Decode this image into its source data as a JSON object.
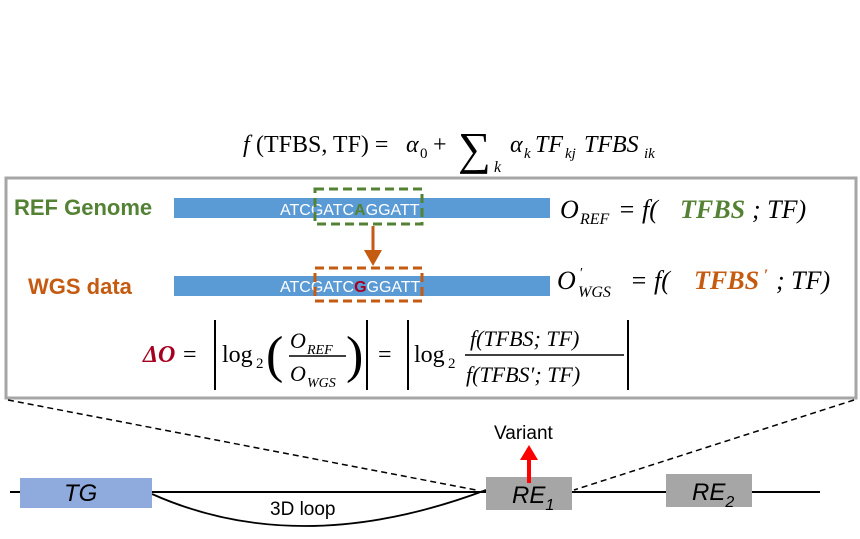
{
  "top_formula": {
    "lhs": "f(TFBS, TF) = ",
    "alpha0_symbol": "α",
    "alpha0_sub": "0",
    "plus": " + ",
    "sum_symbol": "∑",
    "sum_index": "k",
    "term_alpha": "α",
    "term_alpha_sub": "k",
    "term_tf": "TF",
    "term_tf_sub": "kj",
    "term_tfbs": "TFBS",
    "term_tfbs_sub": "ik"
  },
  "ref": {
    "label": "REF Genome",
    "seq_before": "ATCGATC",
    "seq_highlight": "A",
    "seq_after": "GGATT",
    "output_symbol": "O",
    "output_sub": "REF",
    "eq_prefix": " = f(",
    "eq_tfbs": "TFBS",
    "eq_suffix": "; TF)"
  },
  "wgs": {
    "label": "WGS data",
    "seq_before": "ATCGATC",
    "seq_highlight": "G",
    "seq_after": "GGATT",
    "output_symbol": "O",
    "output_prime": "′",
    "output_sub": "WGS",
    "eq_prefix": " = f(",
    "eq_tfbs": "TFBS",
    "eq_prime": "′",
    "eq_suffix": "; TF)"
  },
  "delta": {
    "symbol": "ΔO",
    "equals": "=",
    "log": "log",
    "log_base": "2",
    "num": "O",
    "num_sub": "REF",
    "den": "O",
    "den_sub": "WGS",
    "equals2": "=",
    "num2": "f(TFBS; TF)",
    "den2": "f(TFBS′; TF)"
  },
  "genes": {
    "tg_label": "TG",
    "re1_label": "RE",
    "re1_sub": "1",
    "re2_label": "RE",
    "re2_sub": "2",
    "loop_label": "3D loop",
    "variant_label": "Variant"
  },
  "colors": {
    "green": "#548235",
    "orange": "#c55a11",
    "blue_bar": "#5b9bd5",
    "tg_box": "#8faadc",
    "re_box": "#a6a6a6",
    "dark_red": "#a50021",
    "red": "#ff0000",
    "panel_border": "#a6a6a6"
  }
}
